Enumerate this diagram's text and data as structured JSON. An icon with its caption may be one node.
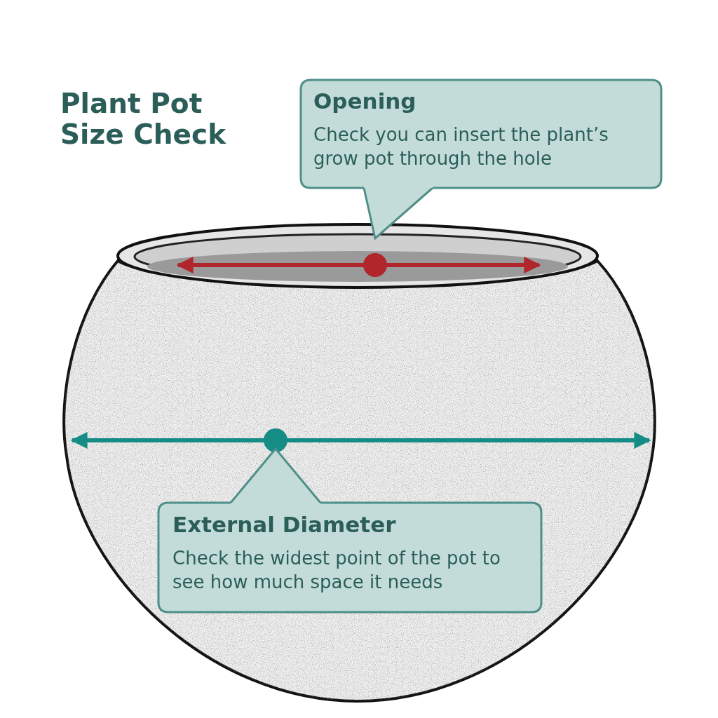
{
  "diagram": {
    "title": "Plant Pot Size Check",
    "nodes": [
      {
        "text": [
          "Opening",
          "Check you can insert the plant’s grow pot through the hole"
        ]
      },
      {
        "text": [
          "External Diameter",
          "Check the widest point of the pot to see how much space it needs"
        ]
      }
    ]
  }
}
